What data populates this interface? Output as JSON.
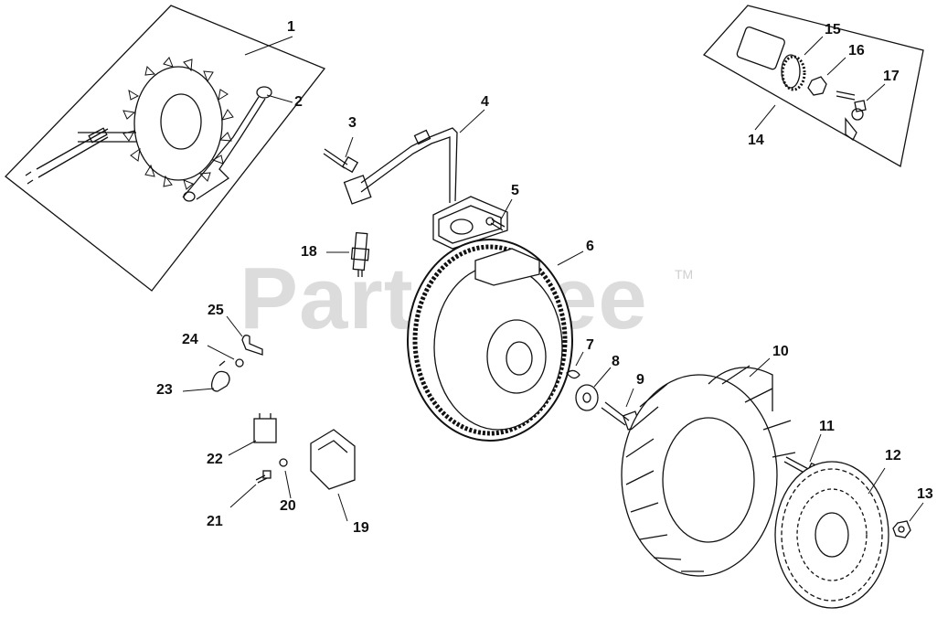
{
  "watermark": {
    "text": "PartsTree",
    "trademark": "TM"
  },
  "callouts": [
    "1",
    "2",
    "3",
    "4",
    "5",
    "6",
    "7",
    "8",
    "9",
    "10",
    "11",
    "12",
    "13",
    "14",
    "15",
    "16",
    "17",
    "18",
    "19",
    "20",
    "21",
    "22",
    "23",
    "24",
    "25"
  ],
  "colors": {
    "line": "#111111",
    "watermark": "#dcdcdc"
  }
}
